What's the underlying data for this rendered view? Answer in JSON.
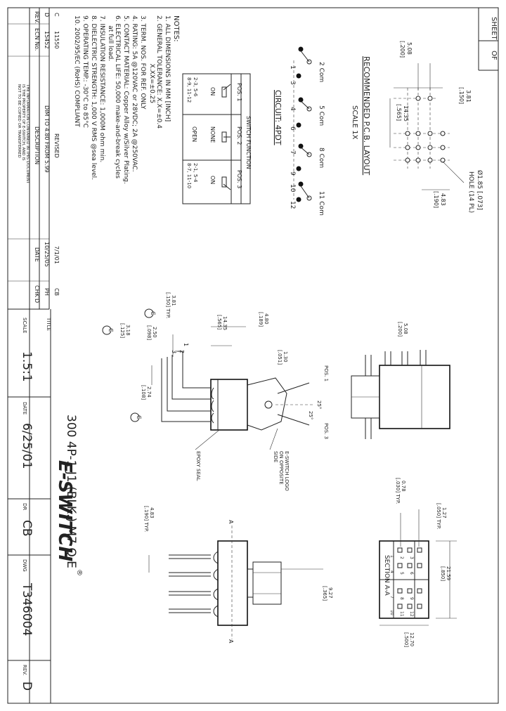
{
  "sheet": {
    "sheet_label": "SHEET",
    "of_label": "OF"
  },
  "notes": {
    "heading": "NOTES:",
    "lines": [
      "1.  ALL DIMENSIONS IN MM [INCH]",
      "2.  GENERAL TOLERANCE: X.X=±0.4",
      "                        X.XX=±0.25",
      "3.  TERM. NOS. FOR REF. ONLY",
      "4.  RATING: 5A @120VAC or 28VDC; 2A @250VAC.",
      "5.  CONTACT MATERIAL: Copper Alloy w/Silver Plating.",
      "6.  ELECTRICAL LIFE: 50,000 make-and-break cycles",
      "     at full load.",
      "7.  INSULATION RESISTANCE: 1,000M ohm min.",
      "8.  DIELECTRIC STRENGTH: 1,000 V RMS @sea level.",
      "9.  OPERATING TEMP.: -30°C to 85°C",
      "10.  2002/95/EC (RoHS) COMPLIANT"
    ]
  },
  "revisions": {
    "headers": {
      "rev": "REV.",
      "ecn": "ECN No.",
      "desc": "DESCRIPTION",
      "date": "DATE",
      "chkd": "CHK'D"
    },
    "rows": [
      {
        "rev": "D",
        "ecn": "15452",
        "desc": "DIM TO 4.80 FROM 5.99",
        "date": "10/25/05",
        "chkd": "PH"
      },
      {
        "rev": "C",
        "ecn": "11550",
        "desc": "REVISED",
        "date": "7/1/01",
        "chkd": "CB"
      }
    ],
    "proprietary": [
      "THE INFORMATION CONTAINED IN THIS DOCUMENT",
      "IS THE PROPERTY OF E-SWITCH, AND IS",
      "NOT TO BE COPIED OR TRANSFERRED"
    ]
  },
  "switch_function": {
    "title": "SWITCH FUNCTION",
    "headers": [
      "POS. 1",
      "POS. 2",
      "POS. 3"
    ],
    "state": [
      "ON",
      "NONE",
      "ON"
    ],
    "middle": "OPEN",
    "connect1": [
      "2-3, 5-6",
      "8-9, 11-12"
    ],
    "connect3": [
      "2-1, 5-4",
      "8-7, 11-10"
    ]
  },
  "circuit": {
    "title": "CIRCUIT: 4PDT",
    "com": [
      "2 Com",
      "5 Com",
      "8 Com",
      "11 Com"
    ],
    "terms": [
      "1",
      "3",
      "4",
      "6",
      "7",
      "9",
      "10",
      "12"
    ]
  },
  "pcb": {
    "title": "RECOMMENDED P.C.B. LAYOUT",
    "scale": "SCALE 1X",
    "dims": [
      "3.81",
      "[.150]",
      "5.08",
      "[.200]",
      "14.35",
      "[.565]",
      "4.83",
      "[.190]",
      "Ø1.85 [.073]",
      "HOLE (14 PL)"
    ]
  },
  "side_view": {
    "dims": [
      "3.81",
      "[.150] TYP.",
      "14.35",
      "[.565]",
      "4.80",
      "[.189]",
      "2.50",
      "[.098]",
      "3.18",
      "[.125]",
      "2.74",
      "[.108]",
      "1.30",
      "[.051]",
      "5.08",
      "[.200]"
    ],
    "labels": [
      "POS. 1",
      "POS. 3",
      "25°",
      "25°",
      "E-SWITCH LOGO",
      "ON OPPOSITE",
      "SIDE",
      "EPOXY SEAL",
      "C",
      "C",
      "C",
      "1",
      "2",
      "3"
    ]
  },
  "section": {
    "title": "SECTION A-A",
    "dims": [
      "1.27",
      "[.050] TYP.",
      "0.78",
      "[.030] TYP.",
      "21.59",
      "[.850]",
      "12.70",
      "[.500]"
    ],
    "nums": [
      "1",
      "2",
      "3",
      "4",
      "5",
      "6",
      "7",
      "8",
      "9",
      "10",
      "11",
      "12"
    ]
  },
  "front_view": {
    "dims": [
      "4.83",
      "[.190] TYP.",
      "9.27",
      "[.365]"
    ],
    "labels": [
      "A",
      "A"
    ]
  },
  "title_block": {
    "title_label": "TITLE",
    "title": "300 4P-1 J1 (BLK.) M7 Q E",
    "scale_label": "SCALE",
    "scale": "1.5:1",
    "date_label": "DATE",
    "date": "6/25/01",
    "dr_label": "DR",
    "dr": "CB",
    "dwg_label": "DWG",
    "dwg": "T346004",
    "rev_label": "REV.",
    "rev": "D",
    "logo": "E-SWITCH"
  }
}
